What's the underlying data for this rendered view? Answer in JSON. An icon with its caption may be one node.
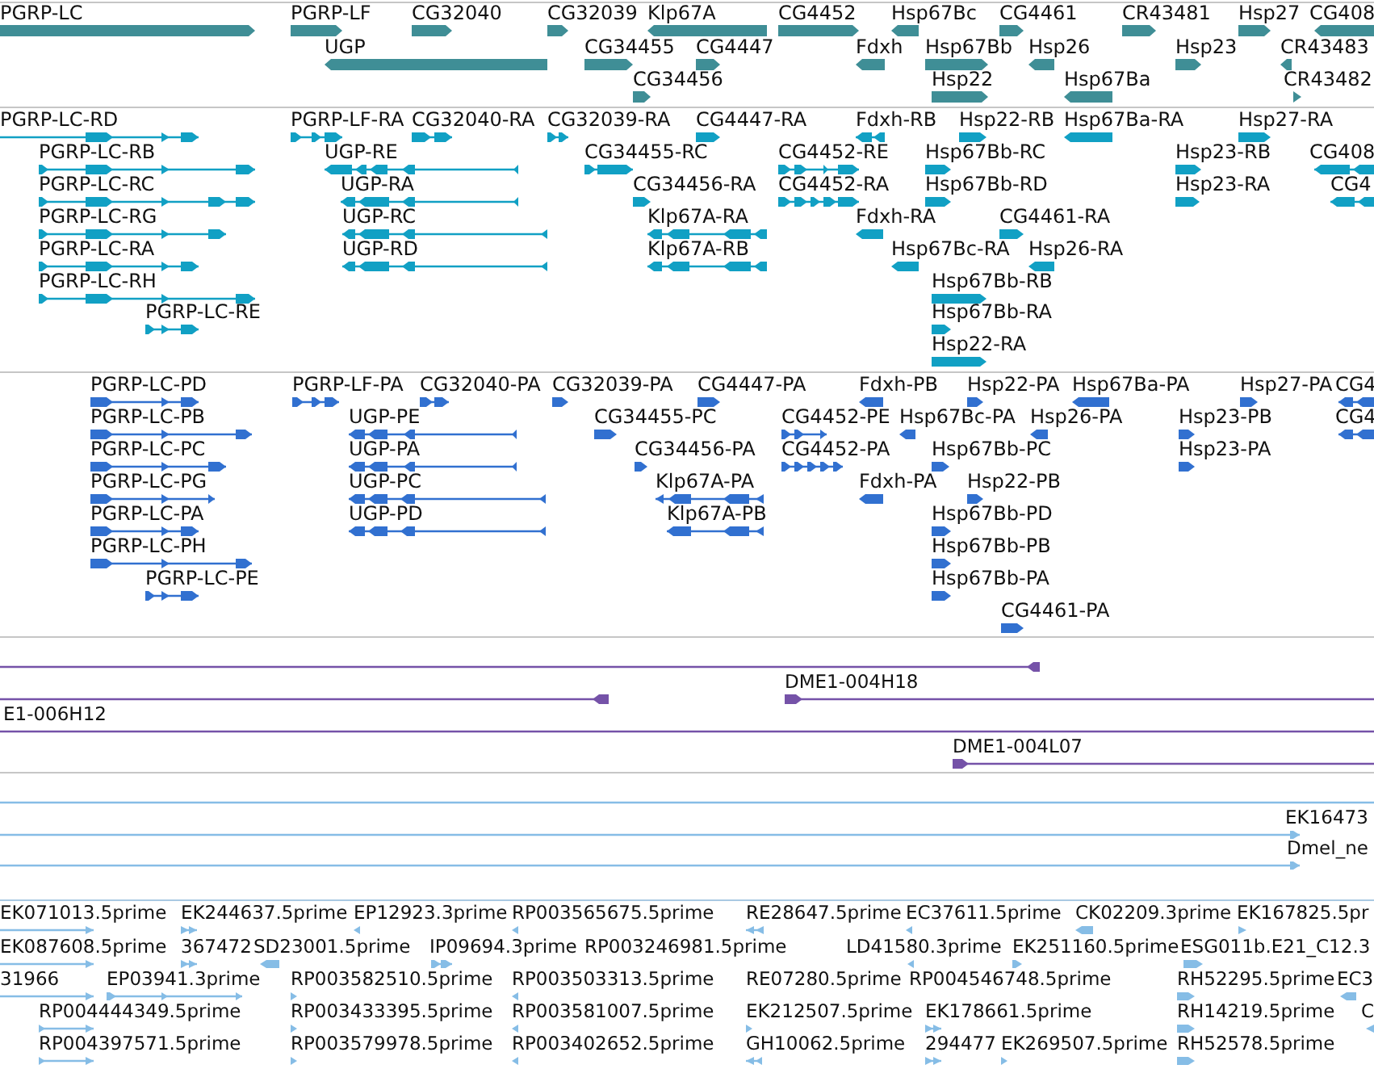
{
  "diagram": {
    "labels": [
      "PGRP-LC",
      "PGRP-LF",
      "CG32040",
      "CG32039",
      "Klp67A",
      "CG4452",
      "Hsp67Bc",
      "CG4461",
      "CR43481",
      "Hsp27",
      "CG408",
      "UGP",
      "CG34455",
      "CG4447",
      "Fdxh",
      "Hsp67Bb",
      "Hsp26",
      "Hsp23",
      "CR43483",
      "CG34456",
      "Hsp22",
      "Hsp67Ba",
      "CR43482",
      "PGRP-LC-RD",
      "PGRP-LF-RA",
      "CG32040-RA",
      "CG32039-RA",
      "CG4447-RA",
      "Fdxh-RB",
      "Hsp22-RB",
      "Hsp67Ba-RA",
      "Hsp27-RA",
      "PGRP-LC-RB",
      "UGP-RE",
      "CG34455-RC",
      "CG4452-RE",
      "Hsp67Bb-RC",
      "Hsp23-RB",
      "CG408",
      "PGRP-LC-RC",
      "UGP-RA",
      "CG34456-RA",
      "CG4452-RA",
      "Hsp67Bb-RD",
      "Hsp23-RA",
      "CG4",
      "PGRP-LC-RG",
      "UGP-RC",
      "Klp67A-RA",
      "Fdxh-RA",
      "CG4461-RA",
      "PGRP-LC-RA",
      "UGP-RD",
      "Klp67A-RB",
      "Hsp67Bc-RA",
      "Hsp26-RA",
      "PGRP-LC-RH",
      "Hsp67Bb-RB",
      "PGRP-LC-RE",
      "Hsp67Bb-RA",
      "Hsp22-RA",
      "PGRP-LC-PD",
      "PGRP-LF-PA",
      "CG32040-PA",
      "CG32039-PA",
      "CG4447-PA",
      "Fdxh-PB",
      "Hsp22-PA",
      "Hsp67Ba-PA",
      "Hsp27-PA",
      "CG4",
      "PGRP-LC-PB",
      "UGP-PE",
      "CG34455-PC",
      "CG4452-PE",
      "Hsp67Bc-PA",
      "Hsp26-PA",
      "Hsp23-PB",
      "CG4",
      "PGRP-LC-PC",
      "UGP-PA",
      "CG34456-PA",
      "CG4452-PA",
      "Hsp67Bb-PC",
      "Hsp23-PA",
      "PGRP-LC-PG",
      "UGP-PC",
      "Klp67A-PA",
      "Fdxh-PA",
      "Hsp22-PB",
      "PGRP-LC-PA",
      "UGP-PD",
      "Klp67A-PB",
      "Hsp67Bb-PD",
      "PGRP-LC-PH",
      "Hsp67Bb-PB",
      "PGRP-LC-PE",
      "Hsp67Bb-PA",
      "CG4461-PA",
      "DME1-004H18",
      "E1-006H12",
      "DME1-004L07",
      "EK16473",
      "Dmel_ne",
      "EK071013.5prime",
      "EK244637.5prime",
      "EP12923.3prime",
      "RP003565675.5prime",
      "RE28647.5prime",
      "EC37611.5prime",
      "CK02209.3prime",
      "EK167825.5pr",
      "EK087608.5prime",
      "367472",
      "SD23001.5prime",
      "IP09694.3prime",
      "RP003246981.5prime",
      "LD41580.3prime",
      "EK251160.5prime",
      "ESG011b.E21_C12.3",
      "31966",
      "EP03941.3prime",
      "RP003582510.5prime",
      "RP003503313.5prime",
      "RE07280.5prime",
      "RP004546748.5prime",
      "RH52295.5prime",
      "EC3",
      "RP004444349.5prime",
      "RP003433395.5prime",
      "RP003581007.5prime",
      "EK212507.5prime",
      "EK178661.5prime",
      "RH14219.5prime",
      "C",
      "RP004397571.5prime",
      "RP003579978.5prime",
      "RP003402652.5prime",
      "GH10062.5prime",
      "294477",
      "EK269507.5prime",
      "RH52578.5prime"
    ]
  }
}
